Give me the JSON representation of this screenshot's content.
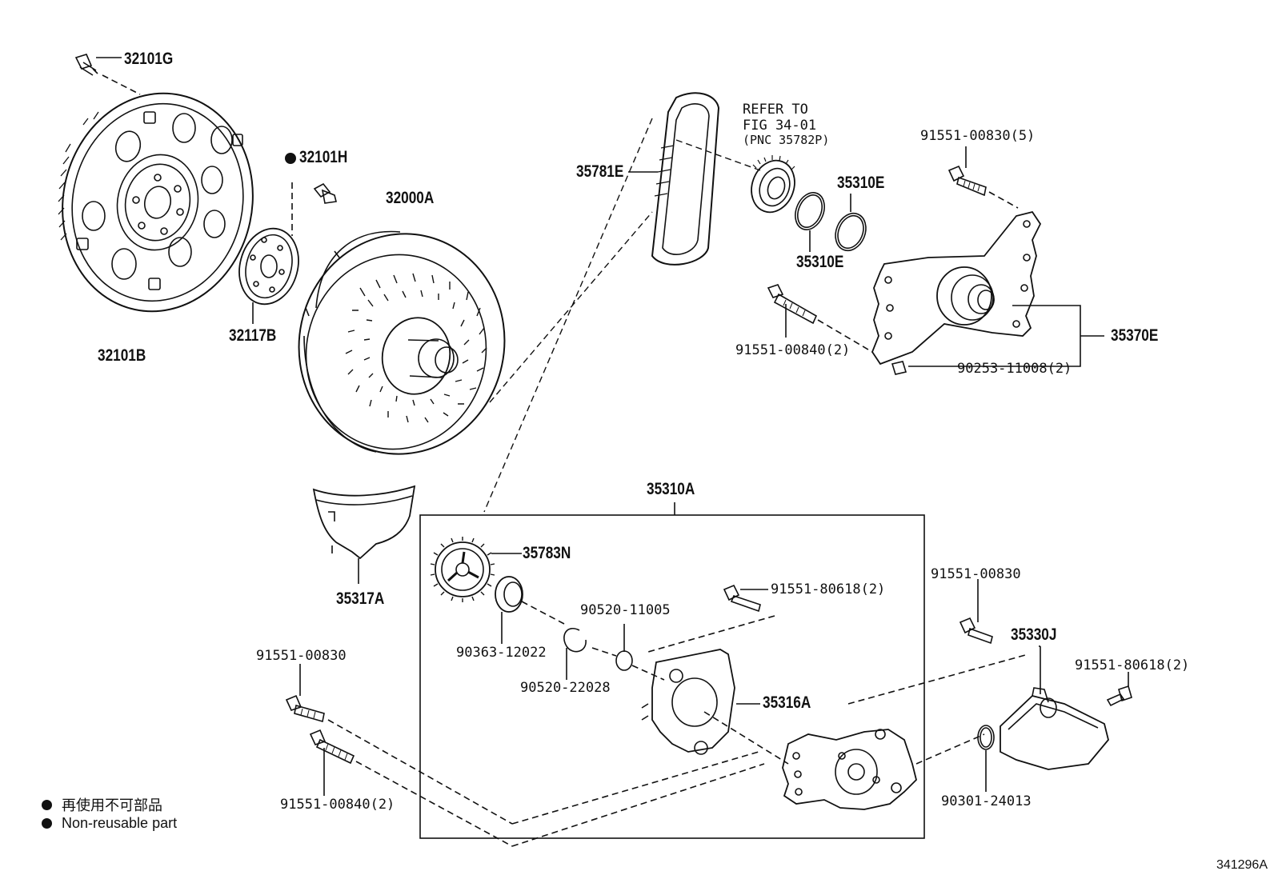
{
  "labels": {
    "p32101G": "32101G",
    "p32101H": "32101H",
    "p32101B": "32101B",
    "p32117B": "32117B",
    "p32000A": "32000A",
    "p35781E": "35781E",
    "refer_line1": "REFER TO",
    "refer_line2": "FIG 34-01",
    "refer_line3": "(PNC 35782P)",
    "p35310E_a": "35310E",
    "p35310E_b": "35310E",
    "p91551_00830_5": "91551-00830(5)",
    "p91551_00840_2_top": "91551-00840(2)",
    "p35370E": "35370E",
    "p90253_11008_2": "90253-11008(2)",
    "p35310A": "35310A",
    "p35783N": "35783N",
    "p35317A": "35317A",
    "p91551_80618_2_mid": "91551-80618(2)",
    "p90520_11005": "90520-11005",
    "p90363_12022": "90363-12022",
    "p90520_22028": "90520-22028",
    "p35316A": "35316A",
    "p91551_00830_right": "91551-00830",
    "p35330J": "35330J",
    "p91551_80618_2_right": "91551-80618(2)",
    "p90301_24013": "90301-24013",
    "p91551_00830_left": "91551-00830",
    "p91551_00840_2_bottom": "91551-00840(2)"
  },
  "legend": {
    "line1": "再使用不可部品",
    "line2": "Non-reusable part"
  },
  "figure_id": "341296A"
}
